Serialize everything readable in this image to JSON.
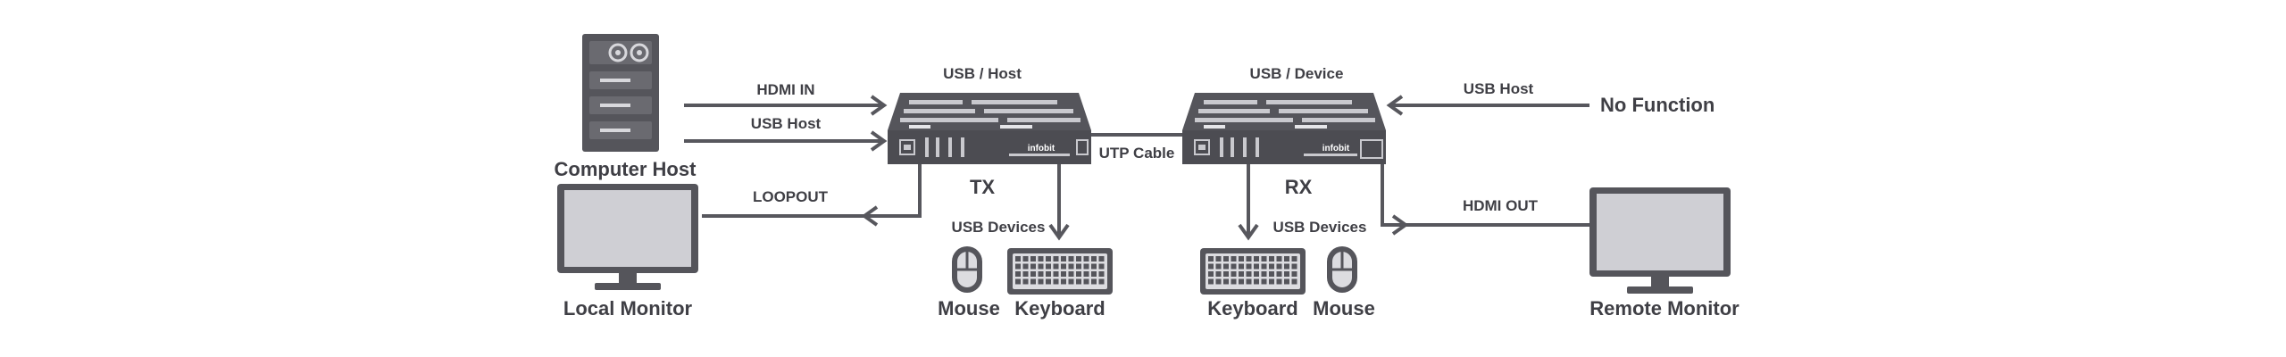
{
  "diagram": {
    "computer_host": "Computer Host",
    "local_monitor": "Local Monitor",
    "remote_monitor": "Remote Monitor",
    "no_function": "No Function",
    "tx": "TX",
    "rx": "RX",
    "utp_cable": "UTP Cable",
    "tx_top": "USB / Host",
    "rx_top": "USB / Device",
    "hdmi_in": "HDMI IN",
    "usb_host_tx": "USB Host",
    "loopout": "LOOPOUT",
    "usb_host_rx": "USB Host",
    "hdmi_out": "HDMI OUT",
    "usb_devices_tx": "USB Devices",
    "usb_devices_rx": "USB Devices",
    "mouse_tx": "Mouse",
    "keyboard_tx": "Keyboard",
    "keyboard_rx": "Keyboard",
    "mouse_rx": "Mouse",
    "brand": "infobit"
  },
  "colors": {
    "device": "#55555b",
    "line": "#57575d",
    "screen": "#cfcfd4",
    "text": "#3f3f45"
  }
}
